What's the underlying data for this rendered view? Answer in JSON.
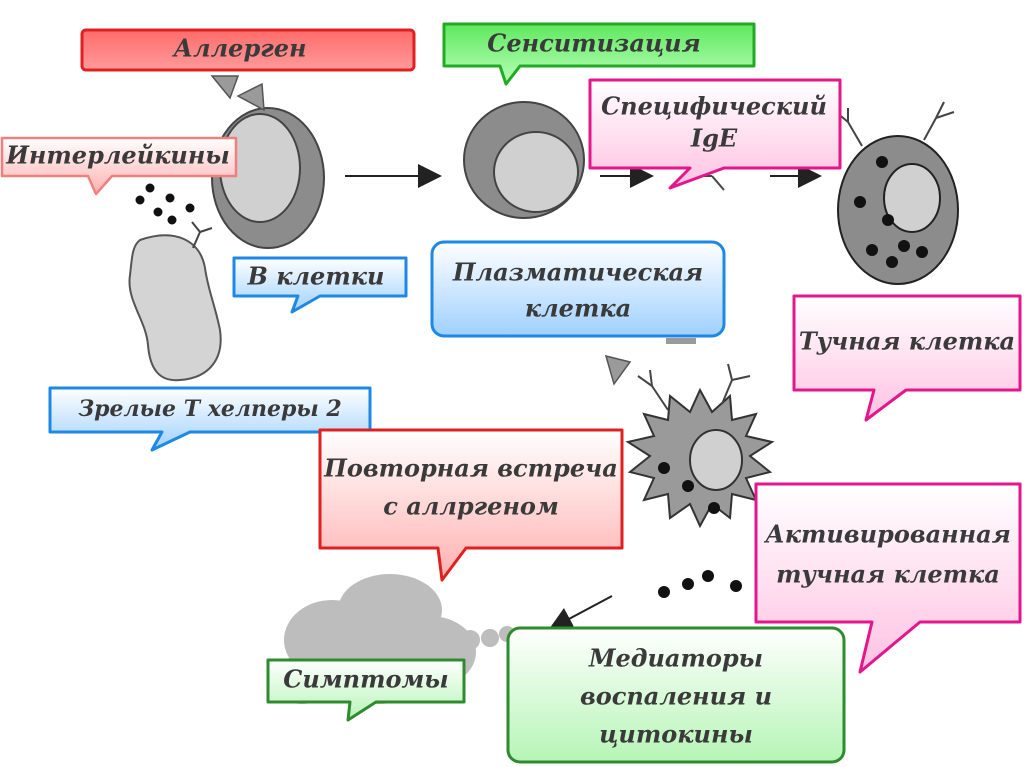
{
  "labels": {
    "allergen": "Аллерген",
    "sensitization": "Сенситизация",
    "specific_ige_line1": "Специфический",
    "specific_ige_line2": "IgE",
    "interleukins": "Интерлейкины",
    "b_cells": "В клетки",
    "plasma_cell_line1": "Плазматическая",
    "plasma_cell_line2": "клетка",
    "mast_cell": "Тучная клетка",
    "t_helpers": "Зрелые Т хелперы 2",
    "repeat_encounter_line1": "Повторная встреча",
    "repeat_encounter_line2": "с аллргеном",
    "activated_mast_cell_line1": "Активированная",
    "activated_mast_cell_line2": "тучная клетка",
    "symptoms": "Симптомы",
    "mediators_line1": "Медиаторы",
    "mediators_line2": "воспаления и",
    "mediators_line3": "цитокины"
  },
  "colors": {
    "red_fill": "#f8787c",
    "red_stroke": "#e02020",
    "green_fill": "#8af08a",
    "green_stroke": "#22aa22",
    "pink_fill": "#ffd6ec",
    "pink_stroke": "#e4168c",
    "blue_fill": "#cfe8ff",
    "blue_stroke": "#1e88e5",
    "cell_outer": "#8c8c8c",
    "cell_inner": "#d0d0d0"
  }
}
